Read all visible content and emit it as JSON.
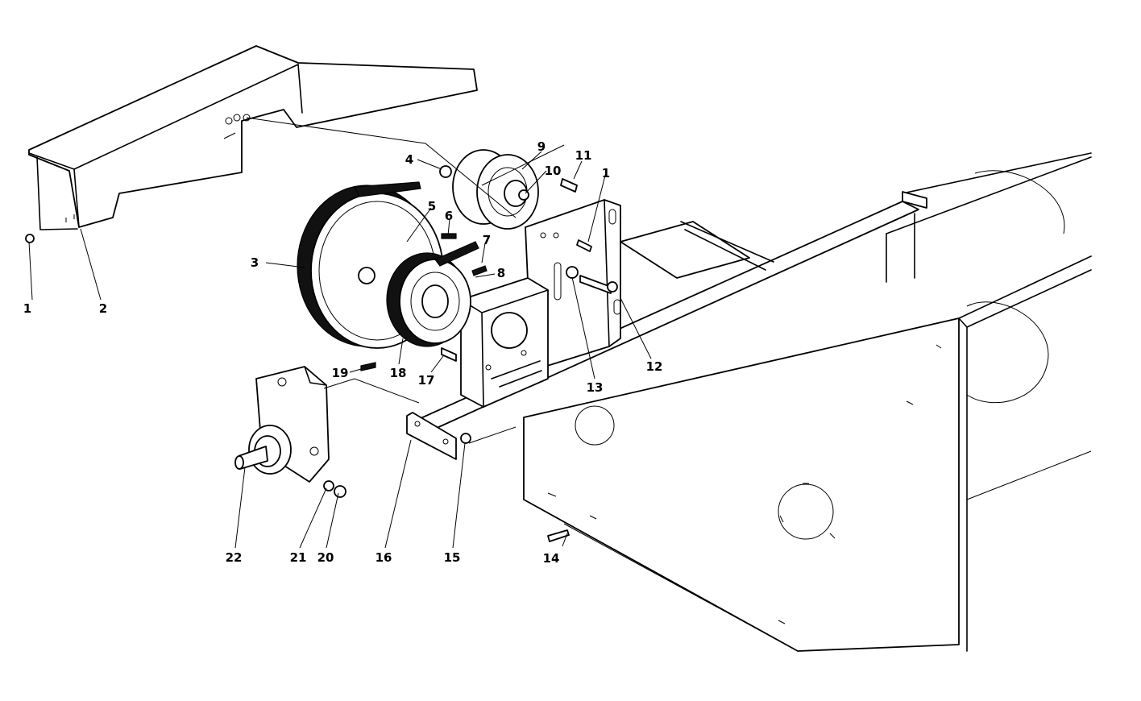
{
  "callouts": [
    "1",
    "2",
    "3",
    "4",
    "5",
    "6",
    "7",
    "8",
    "9",
    "10",
    "11",
    "1",
    "12",
    "13",
    "14",
    "15",
    "16",
    "17",
    "18",
    "19",
    "20",
    "21",
    "22"
  ]
}
